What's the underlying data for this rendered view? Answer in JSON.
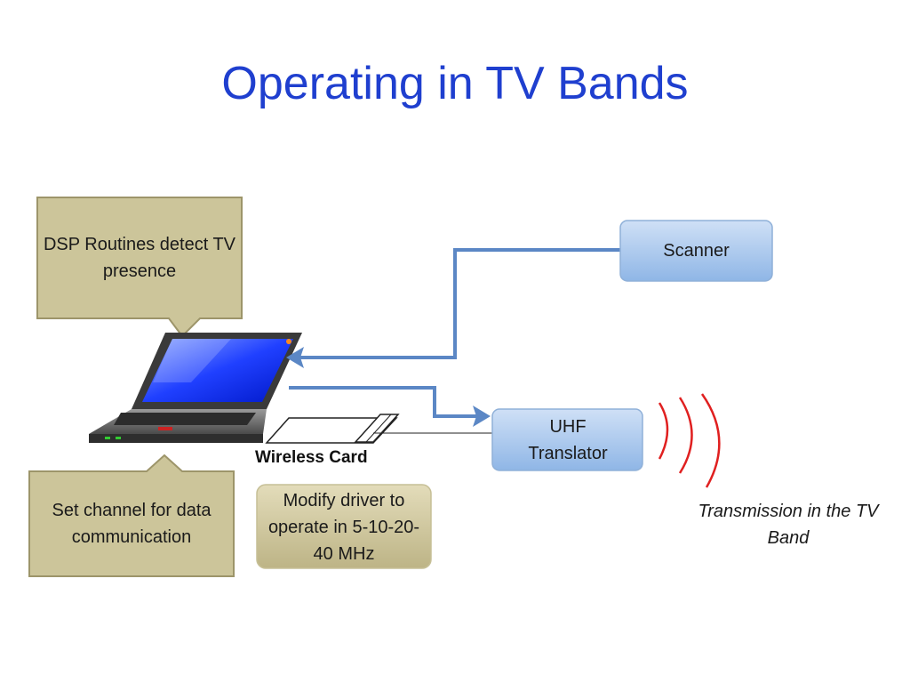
{
  "title": "Operating in TV Bands",
  "callouts": {
    "dsp": "DSP Routines detect TV presence",
    "set_channel": "Set channel for data communication"
  },
  "boxes": {
    "scanner": "Scanner",
    "uhf": "UHF Translator",
    "modify_driver": "Modify driver to operate in 5-10-20-40 MHz"
  },
  "labels": {
    "wireless_card": "Wireless Card",
    "transmission": "Transmission in the TV Band"
  },
  "colors": {
    "title": "#1f3fcf",
    "callout_fill": "#ccc59a",
    "blue_box": "#a9c9ee",
    "arrow": "#5b87c5",
    "signal": "#e02020"
  }
}
